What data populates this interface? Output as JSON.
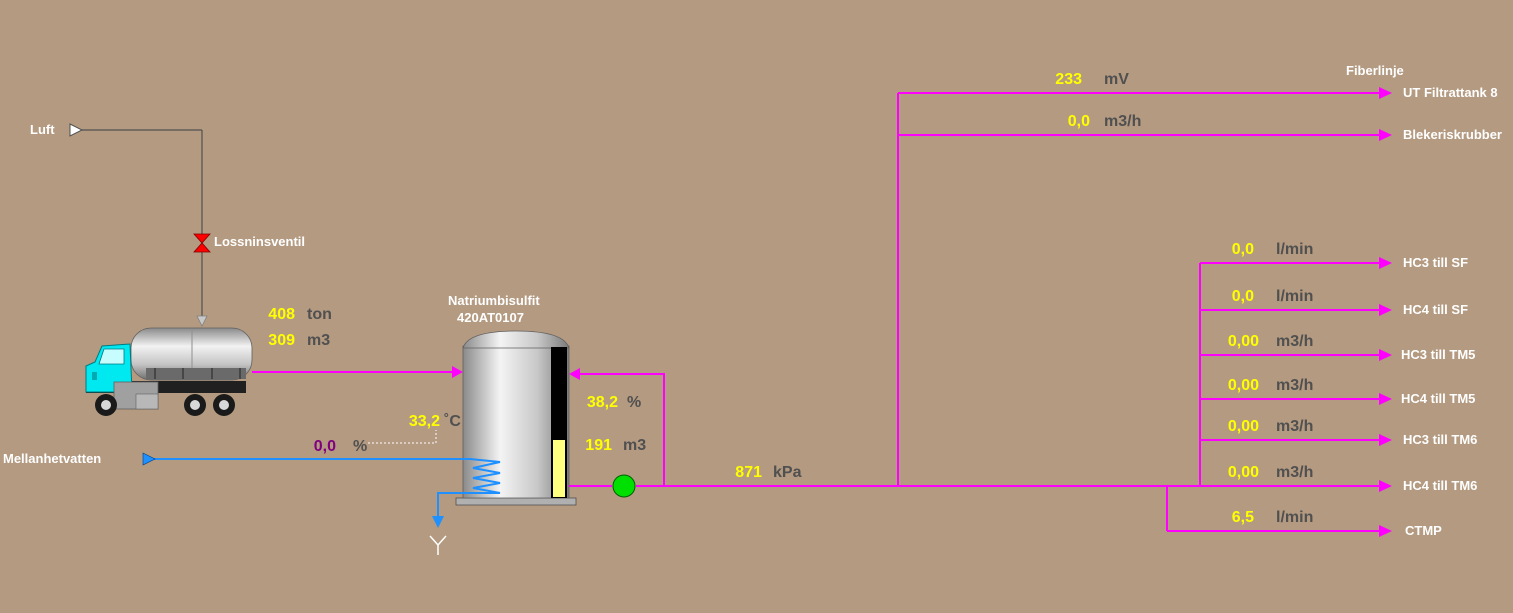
{
  "colors": {
    "background": "#b49a80",
    "value": "#ffff00",
    "flow_pipe": "#ff00ff",
    "water_pipe": "#1e90ff",
    "pump_on": "#00e000",
    "valve": "#ff0000"
  },
  "labels": {
    "luft": "Luft",
    "lossninsventil": "Lossninsventil",
    "mellanhetvatten": "Mellanhetvatten",
    "tank_name": "Natriumbisulfit",
    "tank_tag": "420AT0107",
    "fiberlinje": "Fiberlinje"
  },
  "truck": {
    "weight_value": "408",
    "weight_unit": "ton",
    "volume_value": "309",
    "volume_unit": "m3"
  },
  "tank": {
    "temp_value": "33,2",
    "temp_unit": "˚C",
    "level_value": "38,2",
    "level_unit": "%",
    "volume_value": "191",
    "volume_unit": "m3",
    "level_fraction": 0.382
  },
  "heating": {
    "value": "0,0",
    "unit": "%"
  },
  "pump": {
    "pressure_value": "871",
    "pressure_unit": "kPa",
    "state": "on"
  },
  "destinations": [
    {
      "name": "UT Filtrattank 8",
      "value": "233",
      "unit": "mV"
    },
    {
      "name": "Blekeriskrubber",
      "value": "0,0",
      "unit": "m3/h"
    },
    {
      "name": "HC3 till SF",
      "value": "0,0",
      "unit": "l/min"
    },
    {
      "name": "HC4 till SF",
      "value": "0,0",
      "unit": "l/min"
    },
    {
      "name": "HC3 till TM5",
      "value": "0,00",
      "unit": "m3/h"
    },
    {
      "name": "HC4 till TM5",
      "value": "0,00",
      "unit": "m3/h"
    },
    {
      "name": "HC3 till TM6",
      "value": "0,00",
      "unit": "m3/h"
    },
    {
      "name": "HC4 till TM6",
      "value": "0,00",
      "unit": "m3/h"
    },
    {
      "name": "CTMP",
      "value": "6,5",
      "unit": "l/min"
    }
  ],
  "icons": [
    "arrow-right-icon",
    "valve-icon",
    "tanker-truck-icon",
    "tank-icon",
    "heating-coil-icon",
    "pump-icon",
    "drain-icon"
  ]
}
